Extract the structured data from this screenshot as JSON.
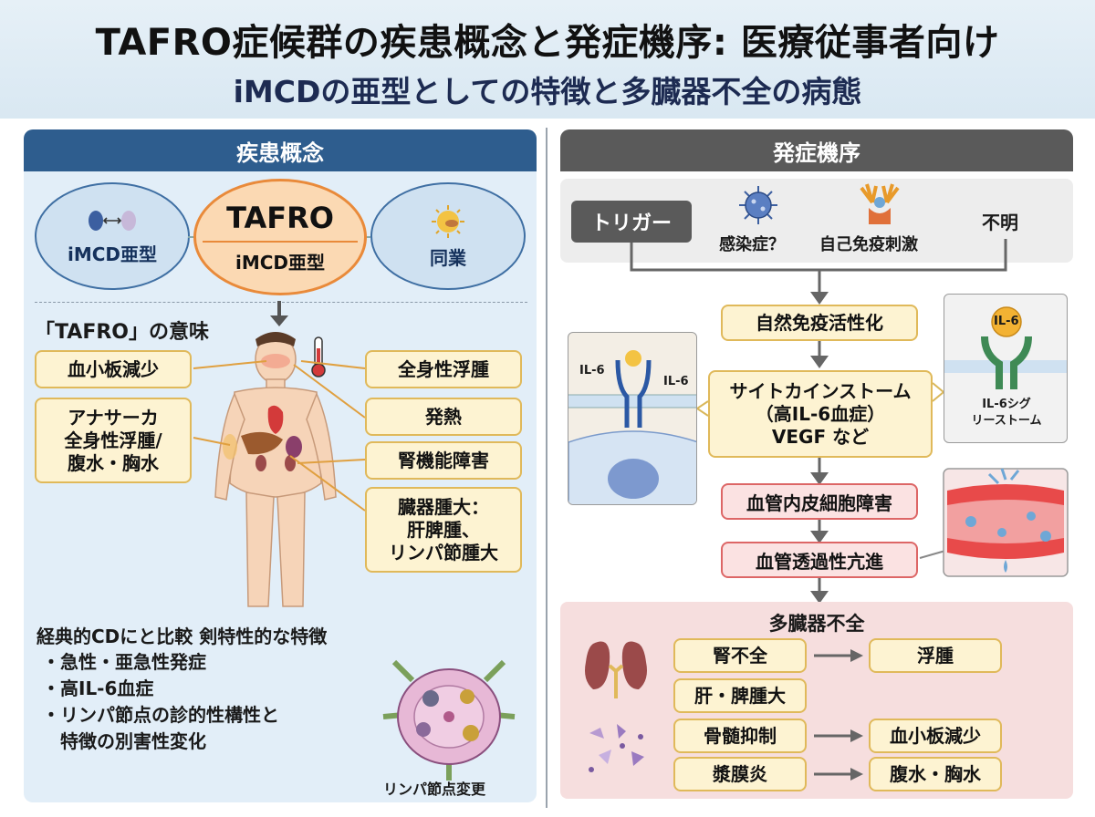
{
  "header": {
    "title": "TAFRO症候群の疾患概念と発症機序: 医療従事者向け",
    "subtitle": "iMCDの亜型としての特徴と多臓器不全の病態"
  },
  "left": {
    "section_title": "疾患概念",
    "circle_left": "iMCD亜型",
    "circle_center_title": "TAFRO",
    "circle_center_sub": "iMCD亜型",
    "circle_right": "同業",
    "meaning_title": "「TAFRO」の意味",
    "labels": {
      "platelet": "血小板減少",
      "anasarca_1": "アナサーカ",
      "anasarca_2": "全身性浮腫/",
      "anasarca_3": "腹水・胸水",
      "edema": "全身性浮腫",
      "fever": "発熱",
      "renal": "腎機能障害",
      "organ_1": "臓器腫大：",
      "organ_2": "肝脾腫、",
      "organ_3": "リンパ節腫大"
    },
    "comparison_title": "経典的CDにと比較  剣特性的な特徴",
    "bullets": [
      "急性・亜急性発症",
      "高IL-6血症",
      "リンパ節点の診的性構性と",
      "特徴の別害性変化"
    ],
    "lymph_caption": "リンパ節点変更"
  },
  "right": {
    "section_title": "発症機序",
    "trigger": "トリガー",
    "trigger_infection": "感染症？",
    "trigger_autoimmune": "自己免疫刺激",
    "trigger_unknown": "不明",
    "innate": "自然免疫活性化",
    "storm_1": "サイトカインストーム",
    "storm_2": "（高IL-6血症）",
    "storm_3": "VEGF など",
    "il6_left_a": "IL-6",
    "il6_left_b": "IL-6",
    "il6_right": "IL-6",
    "il6_signal_1": "IL-6シグ",
    "il6_signal_2": "リーストーム",
    "endothelial": "血管内皮細胞障害",
    "permeability": "血管透過性亢進",
    "mof_title": "多臓器不全",
    "mof": {
      "renal_failure": "腎不全",
      "edema": "浮腫",
      "hepatosplenomegaly": "肝・脾腫大",
      "marrow": "骨髄抑制",
      "thrombocytopenia": "血小板減少",
      "serositis": "漿膜炎",
      "effusion": "腹水・胸水"
    }
  },
  "colors": {
    "left_header": "#2e5d8e",
    "right_header": "#5a5a5a",
    "tafro_orange": "#e98a3a",
    "label_fill": "#fdf3d2",
    "label_border": "#e0b95a",
    "pink_fill": "#fbe2e2"
  }
}
